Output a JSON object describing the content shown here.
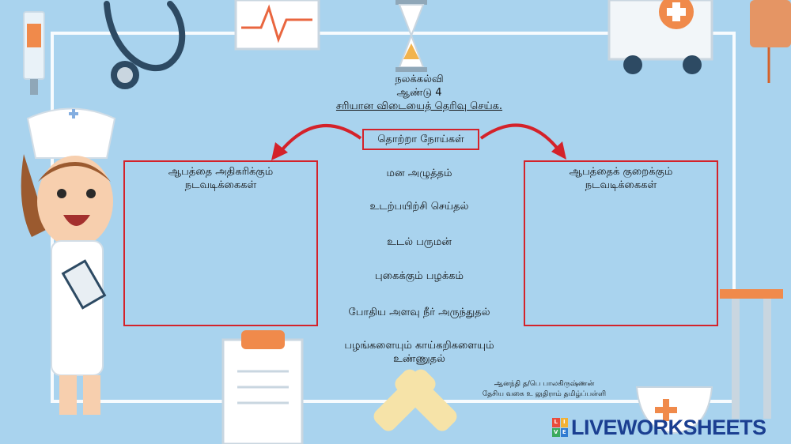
{
  "header": {
    "subject": "நலக்கல்வி",
    "grade": "ஆண்டு 4",
    "instruction": "சரியான விடையைத் தெரிவு செய்க."
  },
  "center_label": "தொற்றா நோய்கள்",
  "left_category": {
    "title_line1": "ஆபத்தை அதிகரிக்கும்",
    "title_line2": "நடவடிக்கைகள்"
  },
  "right_category": {
    "title_line1": "ஆபத்தைக் குறைக்கும்",
    "title_line2": "நடவடிக்கைகள்"
  },
  "options": [
    {
      "text": "மன அழுத்தம்"
    },
    {
      "text": "உடற்பயிற்சி செய்தல்"
    },
    {
      "text": "உடல் பருமன்"
    },
    {
      "text": "புகைக்கும் பழக்கம்"
    },
    {
      "text": "போதிய அளவு நீர் அருந்துதல்"
    },
    {
      "text_line1": "பழங்களையும் காய்கறிகளையும்",
      "text_line2": "உண்ணுதல்"
    }
  ],
  "author": {
    "name": "ஆனந்தி த/பெ பாலகிருஷ்ணன்",
    "school": "தேசிய வகை உ லுதிராம் தமிழ்ப்பள்ளி"
  },
  "brand": {
    "logo_letters": [
      "L",
      "I",
      "V",
      "E"
    ],
    "name": "LIVEWORKSHEETS"
  },
  "colors": {
    "background": "#a9d3ee",
    "box_border": "#d4222a",
    "arrow": "#d4222a",
    "brand": "#1b3f91"
  }
}
